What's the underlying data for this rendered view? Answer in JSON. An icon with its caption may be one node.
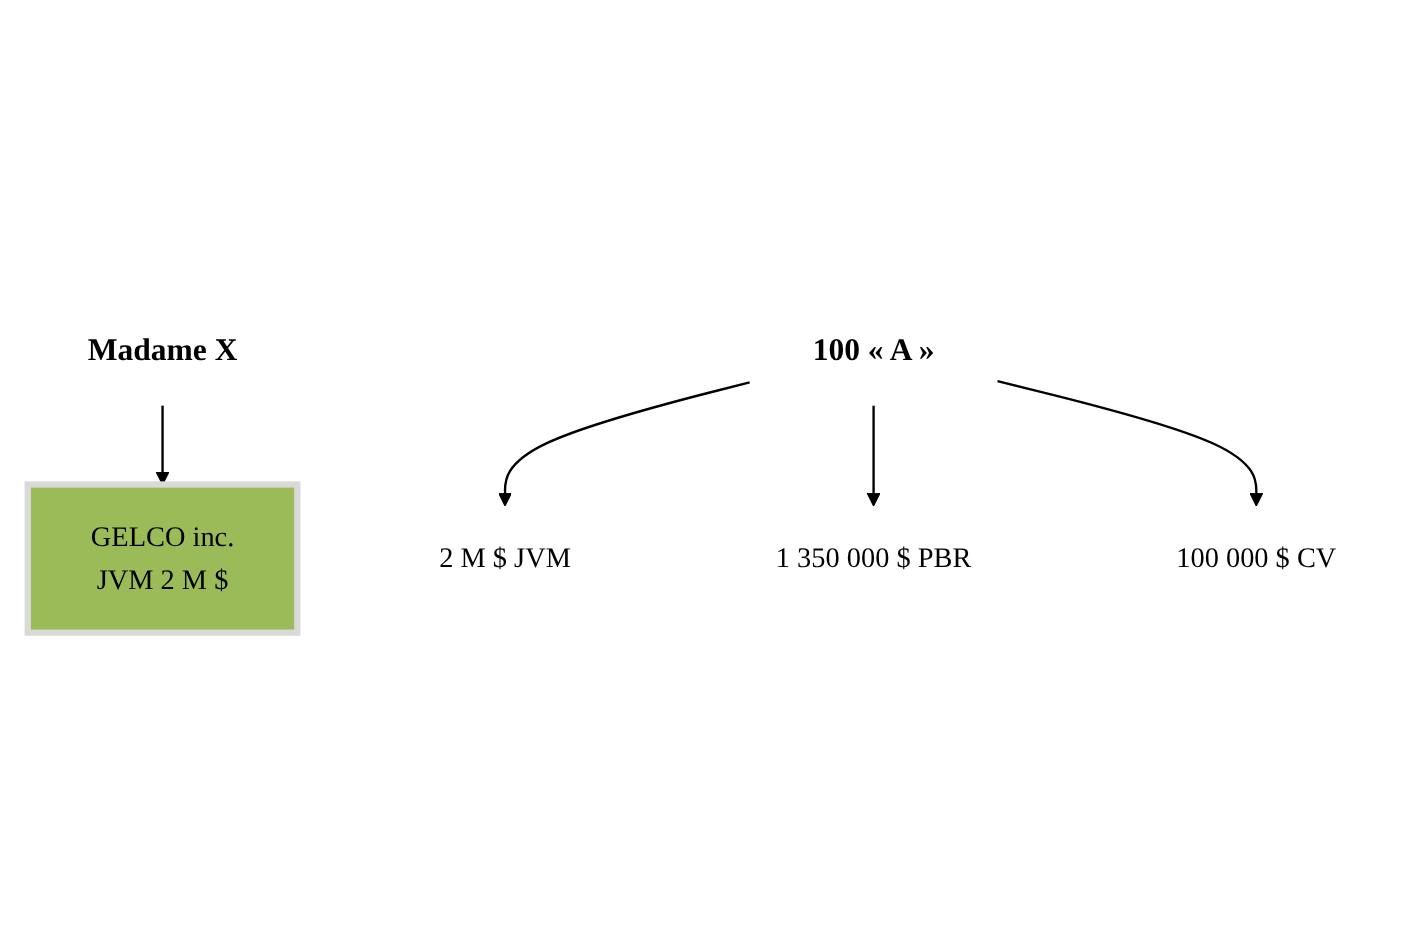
{
  "diagram": {
    "nodes": [
      {
        "text": [
          "Madame X"
        ]
      },
      {
        "text": [
          "100 « A »"
        ]
      },
      {
        "text": [
          "2 M $ JVM"
        ]
      },
      {
        "text": [
          "1 350 000 $ PBR"
        ]
      },
      {
        "text": [
          "100 000 $ CV"
        ]
      },
      {
        "text": [
          "GELCO inc.",
          "JVM 2 M $"
        ]
      }
    ],
    "edges": [
      {
        "from": 0,
        "to": 5,
        "arrow": "to"
      },
      {
        "from": 1,
        "to": 2,
        "arrow": "to"
      },
      {
        "from": 1,
        "to": 3,
        "arrow": "to"
      },
      {
        "from": 1,
        "to": 4,
        "arrow": "to"
      }
    ]
  }
}
